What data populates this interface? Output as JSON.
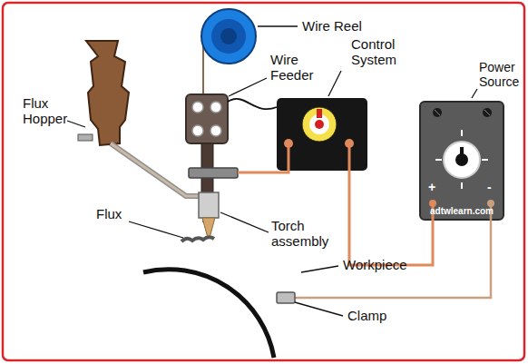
{
  "diagram": {
    "nodes": [
      {
        "text": [
          "Control System"
        ]
      },
      {
        "text": [
          "Power Source",
          "+",
          "-",
          "adtwlearn.com"
        ]
      }
    ],
    "edges": [
      {
        "from": 0,
        "to": 1,
        "arrow": "none"
      }
    ],
    "labels": [
      "Wire Reel",
      "Wire Feeder",
      "Flux Hopper",
      "Flux",
      "Torch assembly",
      "Workpiece",
      "Clamp"
    ]
  }
}
